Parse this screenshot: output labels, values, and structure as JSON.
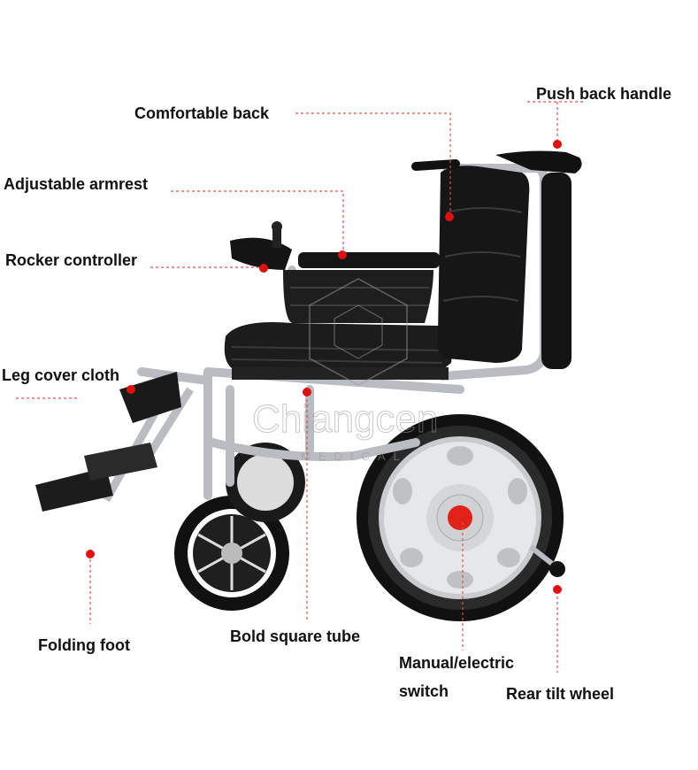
{
  "labels": {
    "push_back_handle": "Push back handle",
    "comfortable_back": "Comfortable back",
    "adjustable_armrest": "Adjustable armrest",
    "rocker_controller": "Rocker controller",
    "leg_cover_cloth": "Leg cover cloth",
    "folding_foot": "Folding foot",
    "bold_square_tube": "Bold square tube",
    "switch_line1": "Manual/electric",
    "switch_line2": "switch",
    "rear_tilt_wheel": "Rear tilt wheel"
  },
  "watermark": {
    "brand": "Chiangcen",
    "sub": "MEDICAL"
  },
  "colors": {
    "marker": "#e01010",
    "leader": "#d9534f",
    "frame": "#b9bcc0",
    "upholstery": "#1a1a1a",
    "tire": "#111111",
    "hub": "#e8e8e8",
    "switch": "#e0221a"
  },
  "icons": {
    "marker": "red-dot-icon",
    "product": "electric-wheelchair-image"
  }
}
